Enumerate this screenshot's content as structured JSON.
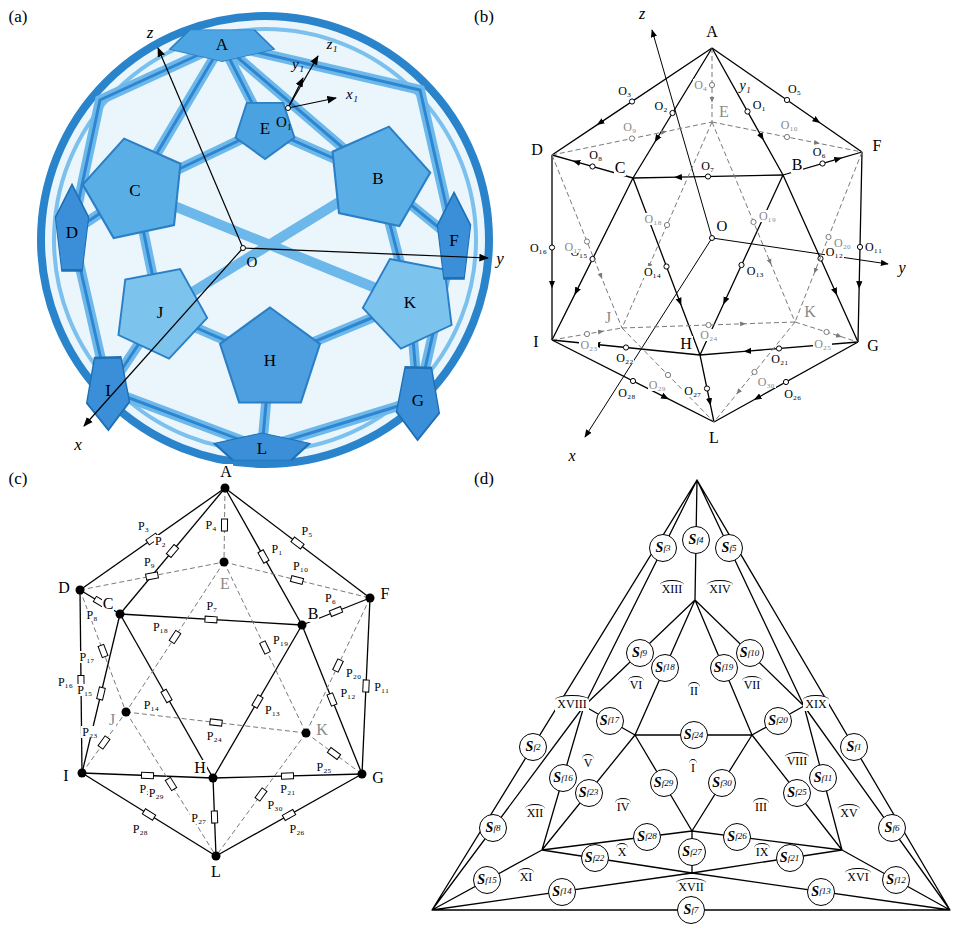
{
  "diagram": {
    "nodes": [
      {
        "text": [
          "S",
          "f4"
        ]
      },
      {
        "text": [
          "S",
          "f3"
        ]
      },
      {
        "text": [
          "S",
          "f5"
        ]
      },
      {
        "text": [
          "S",
          "f9"
        ]
      },
      {
        "text": [
          "S",
          "f10"
        ]
      },
      {
        "text": [
          "S",
          "f18"
        ]
      },
      {
        "text": [
          "S",
          "f19"
        ]
      },
      {
        "text": [
          "S",
          "f17"
        ]
      },
      {
        "text": [
          "S",
          "f20"
        ]
      },
      {
        "text": [
          "S",
          "f24"
        ]
      },
      {
        "text": [
          "S",
          "f2"
        ]
      },
      {
        "text": [
          "S",
          "f1"
        ]
      },
      {
        "text": [
          "S",
          "f16"
        ]
      },
      {
        "text": [
          "S",
          "f11"
        ]
      },
      {
        "text": [
          "S",
          "f29"
        ]
      },
      {
        "text": [
          "S",
          "f30"
        ]
      },
      {
        "text": [
          "S",
          "f23"
        ]
      },
      {
        "text": [
          "S",
          "f25"
        ]
      },
      {
        "text": [
          "S",
          "f8"
        ]
      },
      {
        "text": [
          "S",
          "f6"
        ]
      },
      {
        "text": [
          "S",
          "f28"
        ]
      },
      {
        "text": [
          "S",
          "f26"
        ]
      },
      {
        "text": [
          "S",
          "f27"
        ]
      },
      {
        "text": [
          "S",
          "f22"
        ]
      },
      {
        "text": [
          "S",
          "f21"
        ]
      },
      {
        "text": [
          "S",
          "f15"
        ]
      },
      {
        "text": [
          "S",
          "f12"
        ]
      },
      {
        "text": [
          "S",
          "f14"
        ]
      },
      {
        "text": [
          "S",
          "f13"
        ]
      },
      {
        "text": [
          "S",
          "f7"
        ]
      }
    ],
    "labels": [
      "(a)",
      "(b)",
      "(c)",
      "(d)",
      "z",
      "z₁",
      "y₁",
      "x₁",
      "O₁",
      "A",
      "E",
      "D",
      "C",
      "B",
      "F",
      "O",
      "y",
      "J",
      "K",
      "I",
      "H",
      "G",
      "x",
      "L",
      "z",
      "A",
      "y₁",
      "D",
      "E",
      "F",
      "C",
      "B",
      "O",
      "y",
      "I",
      "J",
      "K",
      "H",
      "G",
      "x",
      "L",
      "A",
      "D",
      "E",
      "F",
      "C",
      "B",
      "I",
      "J",
      "K",
      "H",
      "G",
      "L",
      "O₁",
      "O₂",
      "O₃",
      "O₄",
      "O₅",
      "O₆",
      "O₇",
      "O₈",
      "O₉",
      "O₁₀",
      "O₁₁",
      "O₁₂",
      "O₁₃",
      "O₁₄",
      "O₁₅",
      "O₁₆",
      "O₁₇",
      "O₁₈",
      "O₁₉",
      "O₂₀",
      "O₂₁",
      "O₂₂",
      "O₂₃",
      "O₂₄",
      "O₂₅",
      "O₂₆",
      "O₂₇",
      "O₂₈",
      "O₂₉",
      "O₃₀",
      "P₁",
      "P₂",
      "P₃",
      "P₄",
      "P₅",
      "P₆",
      "P₇",
      "P₈",
      "P₉",
      "P₁₀",
      "P₁₁",
      "P₁₂",
      "P₁₃",
      "P₁₄",
      "P₁₅",
      "P₁₆",
      "P₁₇",
      "P₁₈",
      "P₁₉",
      "P₂₀",
      "P₂₁",
      "P₂₂",
      "P₂₃",
      "P₂₄",
      "P₂₅",
      "P₂₆",
      "P₂₇",
      "P₂₈",
      "P₂₉",
      "P₃₀",
      "XIII",
      "XIV",
      "II",
      "VI",
      "VII",
      "XVIII",
      "XIX",
      "V",
      "VIII",
      "I",
      "IV",
      "III",
      "XII",
      "XV",
      "X",
      "IX",
      "XI",
      "XVI",
      "XVII"
    ]
  }
}
